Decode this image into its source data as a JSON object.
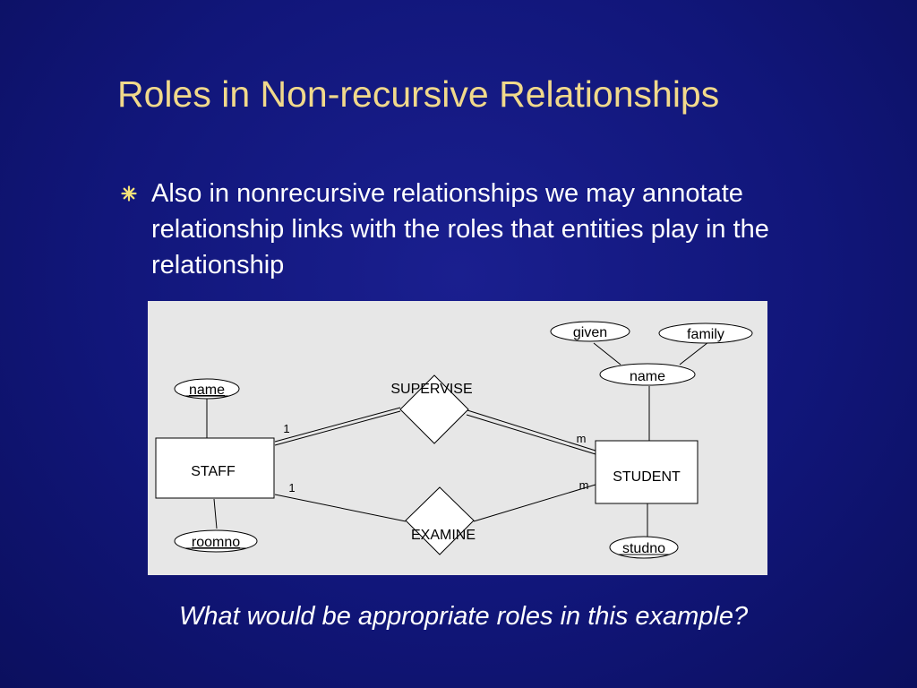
{
  "slide": {
    "title": "Roles in Non-recursive Relationships",
    "bullet_text": "Also in nonrecursive relationships we may annotate relationship links with the roles that entities play in the relationship",
    "question": "What would be appropriate roles in this example?",
    "title_color": "#f1d98b",
    "bullet_color": "#f5e27a"
  },
  "diagram": {
    "entities": {
      "staff": "STAFF",
      "student": "STUDENT"
    },
    "relationships": {
      "supervise": "SUPERVISE",
      "examine": "EXAMINE"
    },
    "attributes": {
      "staff_name": "name",
      "staff_roomno": "roomno",
      "student_name": "name",
      "student_given": "given",
      "student_family": "family",
      "student_studno": "studno"
    },
    "cardinalities": {
      "supervise_staff": "1",
      "supervise_student": "m",
      "examine_staff": "1",
      "examine_student": "m"
    }
  }
}
